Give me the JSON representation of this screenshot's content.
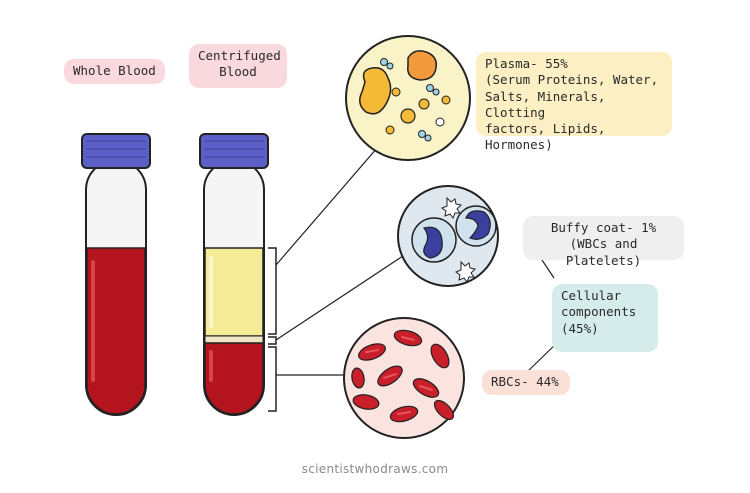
{
  "labels": {
    "whole_blood": "Whole Blood",
    "centrifuged_line1": "Centrifuged",
    "centrifuged_line2": "Blood",
    "plasma_line1": "Plasma- 55%",
    "plasma_line2": "(Serum Proteins, Water,",
    "plasma_line3": "Salts, Minerals, Clotting",
    "plasma_line4": "factors, Lipids, Hormones)",
    "buffy_line1": "Buffy coat- 1%",
    "buffy_line2": "(WBCs and Platelets)",
    "cellular_line1": "Cellular",
    "cellular_line2": "components",
    "cellular_line3": "(45%)",
    "rbcs": "RBCs- 44%"
  },
  "credit": "scientistwhodraws.com",
  "colors": {
    "cap": "#5b5fc7",
    "blood": "#b3141e",
    "plasma": "#f6eb99",
    "buffy": "#ede6c6",
    "plasma_circle_bg": "#fbf3c8",
    "wbc_circle_bg": "#dfe8ef",
    "rbc_circle_bg": "#fbe3e0"
  }
}
